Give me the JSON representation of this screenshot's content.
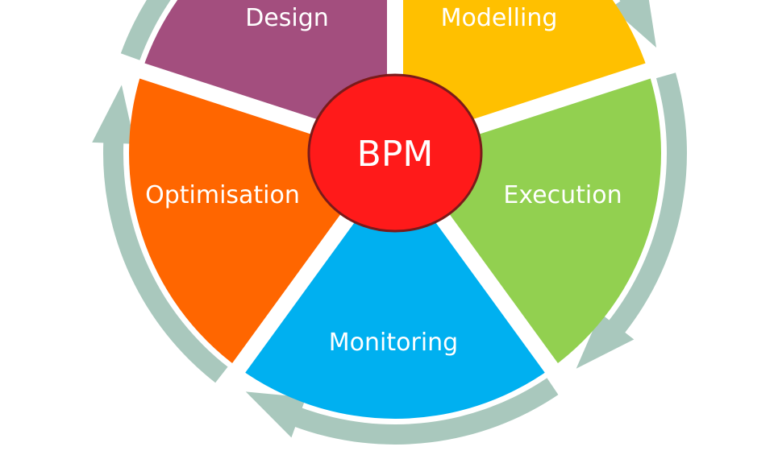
{
  "diagram": {
    "center": {
      "label": "BPM",
      "color": "#ff1a1a"
    },
    "segments": [
      {
        "label": "Modelling",
        "color": "#ffc000"
      },
      {
        "label": "Execution",
        "color": "#92d050"
      },
      {
        "label": "Monitoring",
        "color": "#00b0f0"
      },
      {
        "label": "Optimisation",
        "color": "#ff6600"
      },
      {
        "label": "Design",
        "color": "#a34e7e"
      }
    ],
    "cycle_arrow_color": "#a9c8bd"
  }
}
